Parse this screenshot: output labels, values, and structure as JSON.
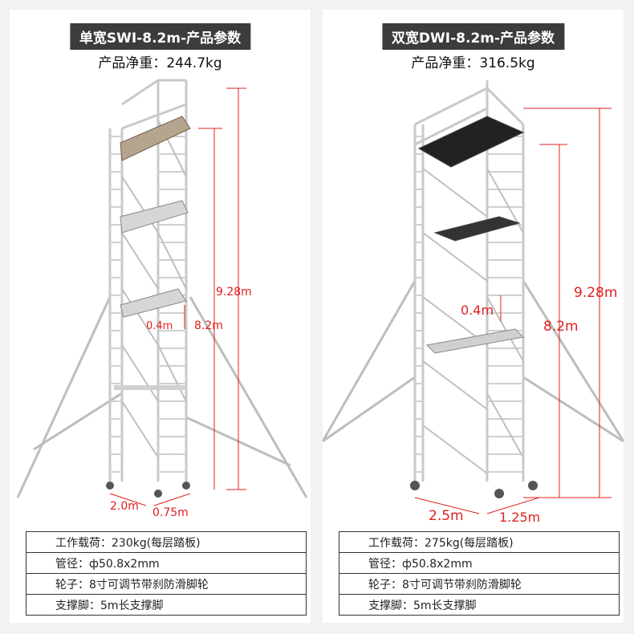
{
  "panels": [
    {
      "title": "单宽SWI-8.2m-产品参数",
      "net_weight": "产品净重：244.7kg",
      "dims": {
        "total_height": "9.28m",
        "platform_height": "8.2m",
        "guard_height": "0.4m",
        "length": "2.0m",
        "width": "0.75m"
      },
      "specs": [
        "工作载荷：230kg(每层踏板)",
        "管径：ф50.8x2mm",
        "轮子：8寸可调节带刹防滑脚轮",
        "支撑脚：5m长支撑脚"
      ]
    },
    {
      "title": "双宽DWI-8.2m-产品参数",
      "net_weight": "产品净重：316.5kg",
      "dims": {
        "total_height": "9.28m",
        "platform_height": "8.2m",
        "guard_height": "0.4m",
        "length": "2.5m",
        "width": "1.25m"
      },
      "specs": [
        "工作载荷：275kg(每层踏板)",
        "管径：ф50.8x2mm",
        "轮子：8寸可调节带刹防滑脚轮",
        "支撑脚：5m长支撑脚"
      ]
    }
  ],
  "colors": {
    "title_bg": "#3c3c3c",
    "dimension": "#e02020",
    "scaffold": "#c8c8c8"
  }
}
